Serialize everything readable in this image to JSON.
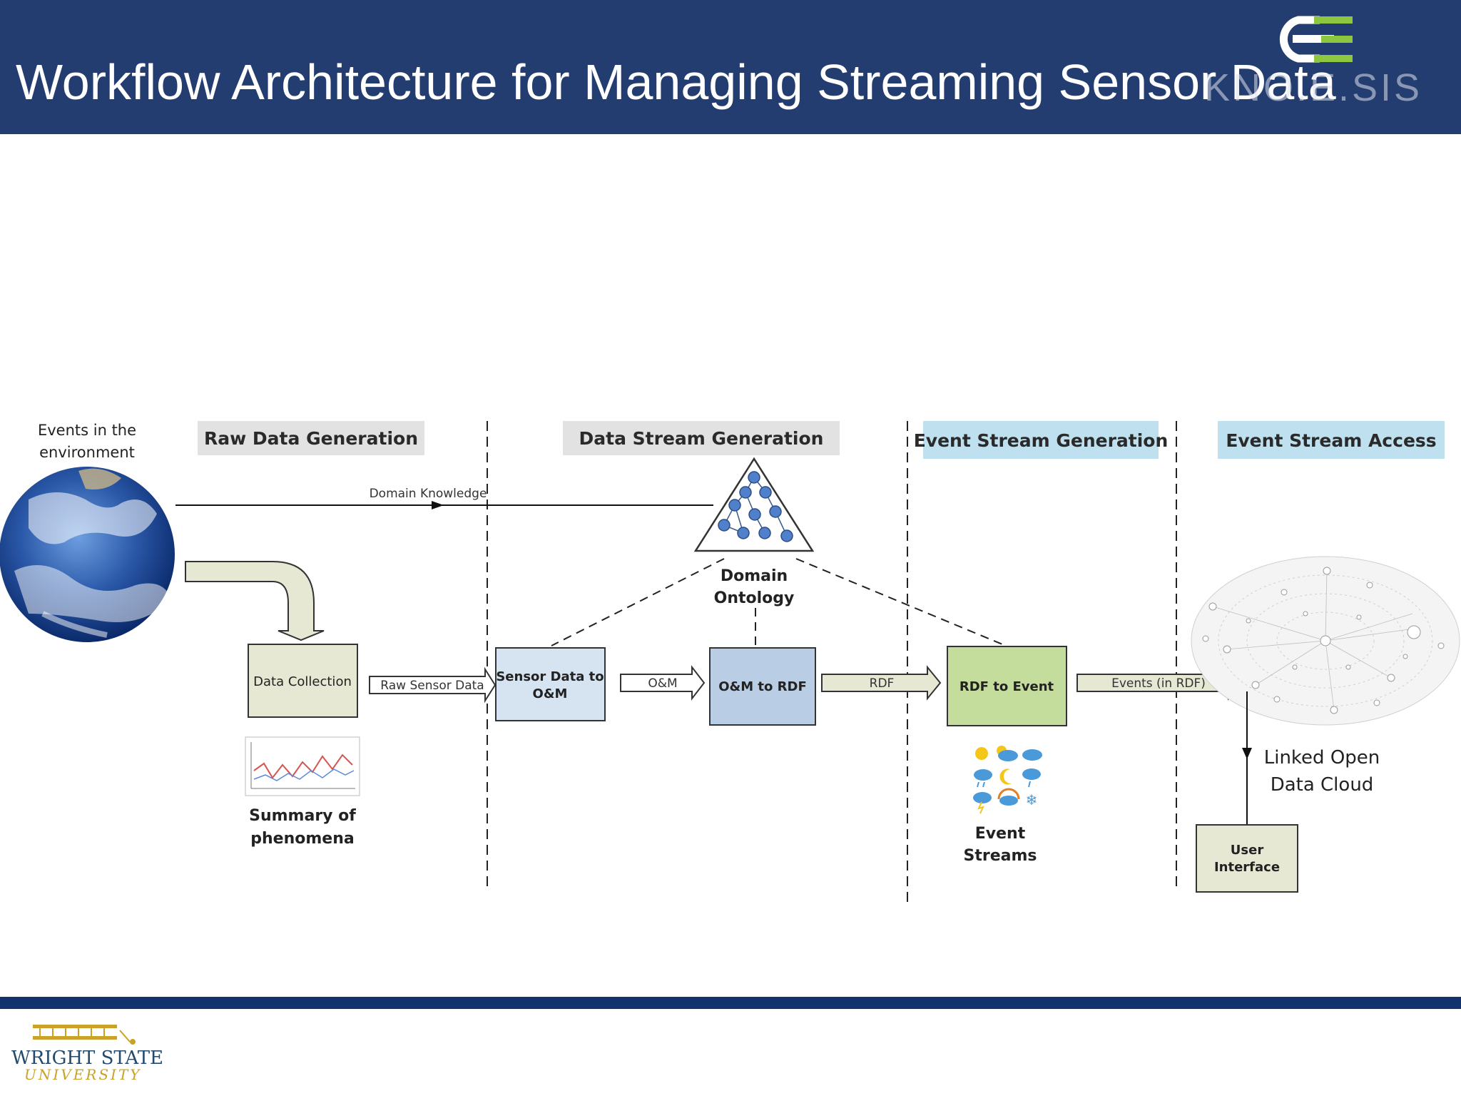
{
  "header": {
    "title": "Workflow Architecture for Managing Streaming Sensor Data",
    "logo_text": "KNO.E.SIS"
  },
  "footer": {
    "logo_name": "WRIGHT STATE",
    "logo_sub": "UNIVERSITY"
  },
  "diagram": {
    "phases": [
      "Raw Data Generation",
      "Data Stream Generation",
      "Event Stream Generation",
      "Event Stream Access"
    ],
    "events_label": [
      "Events in the",
      "environment"
    ],
    "domain_knowledge": "Domain Knowledge",
    "domain_ontology": [
      "Domain",
      "Ontology"
    ],
    "boxes": {
      "data_collection": "Data Collection",
      "sensor_to_om": [
        "Sensor Data to",
        "O&M"
      ],
      "om_to_rdf": "O&M to RDF",
      "rdf_to_event": "RDF to Event",
      "user_interface": [
        "User",
        "Interface"
      ]
    },
    "arrows": {
      "raw_sensor_data": "Raw Sensor Data",
      "om": "O&M",
      "rdf": "RDF",
      "events_rdf": "Events (in RDF)"
    },
    "summary_label": [
      "Summary of",
      "phenomena"
    ],
    "event_streams_label": [
      "Event",
      "Streams"
    ],
    "lod_label": [
      "Linked Open",
      "Data Cloud"
    ],
    "colors": {
      "header_bg": "#243d70",
      "phase_grey": "#e2e2e2",
      "phase_blue": "#bfe0ee",
      "box_light_blue": "#d6e3f0",
      "box_blue": "#b9cde4",
      "box_green": "#c4dc9c",
      "box_khaki": "#e6e8d4"
    }
  }
}
